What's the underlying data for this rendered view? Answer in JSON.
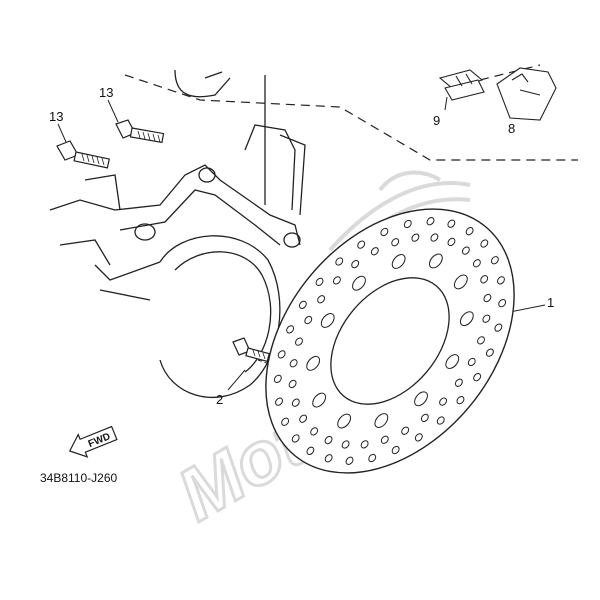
{
  "callouts": {
    "disc": "1",
    "disc_bolt": "2",
    "pad_clip": "9",
    "pad": "8",
    "bolt_a": "13",
    "bolt_b": "13"
  },
  "diagram_code": "34B8110-J260",
  "fwd_label": "FWD",
  "watermark": {
    "text": "MotoMB",
    "color": "#bfbfbf"
  }
}
